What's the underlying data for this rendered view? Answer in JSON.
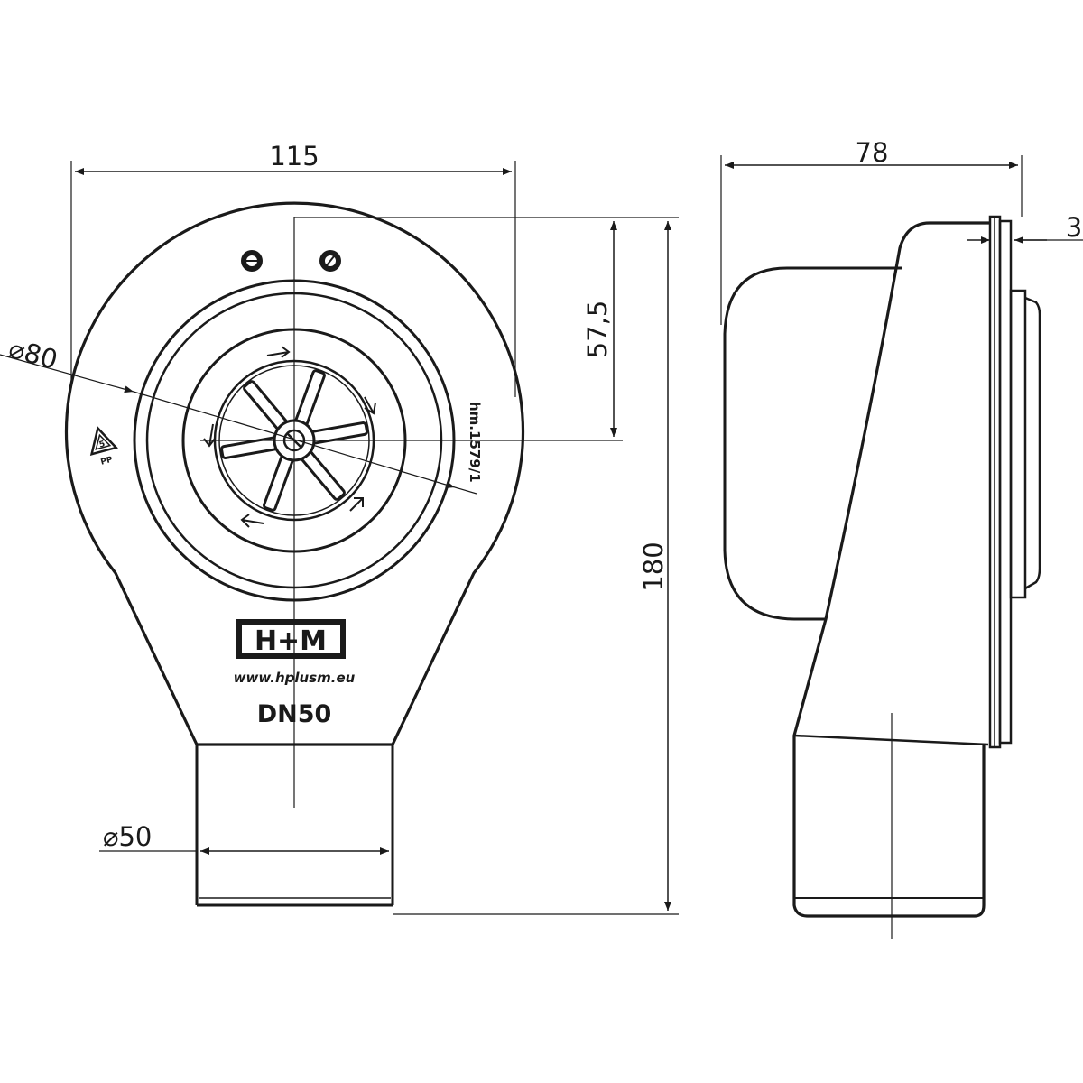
{
  "dimensions": {
    "front_width": "115",
    "side_depth": "78",
    "height": "180",
    "center_height": "57,5",
    "diameter_outer": "⌀80",
    "diameter_outlet": "⌀50",
    "flange": "3"
  },
  "front_view": {
    "brand_logo": "H+M",
    "website": "www.hplusm.eu",
    "size_label": "DN50",
    "side_marking": "hm.1579/1",
    "recycling_symbol": "recycling-triangle-icon"
  },
  "colors": {
    "line": "#1a1a1a",
    "background": "#ffffff"
  }
}
